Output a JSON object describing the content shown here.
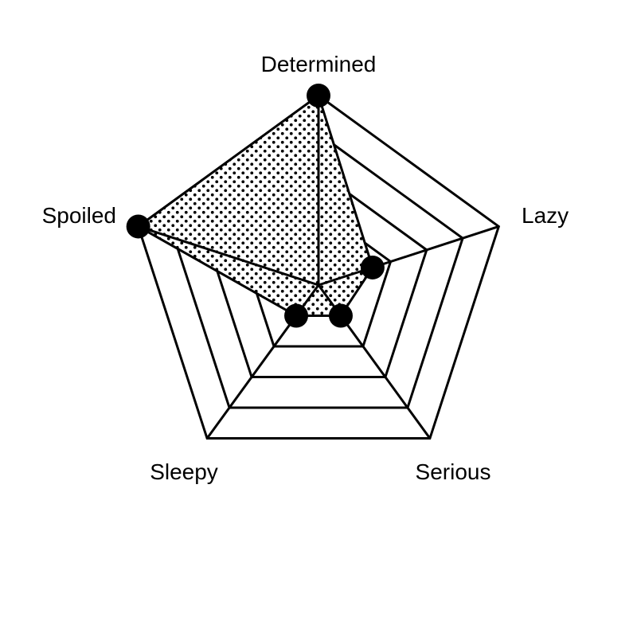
{
  "chart_data": {
    "type": "radar",
    "categories": [
      "Determined",
      "Lazy",
      "Serious",
      "Sleepy",
      "Spoiled"
    ],
    "series": [
      {
        "values": [
          100,
          30,
          20,
          20,
          100
        ]
      }
    ],
    "range": [
      0,
      100
    ],
    "rings": [
      20,
      40,
      60,
      80,
      100
    ],
    "grid": true,
    "fill_pattern": "dots",
    "colors": {
      "line": "#000000",
      "marker": "#000000",
      "background": "#ffffff"
    }
  }
}
